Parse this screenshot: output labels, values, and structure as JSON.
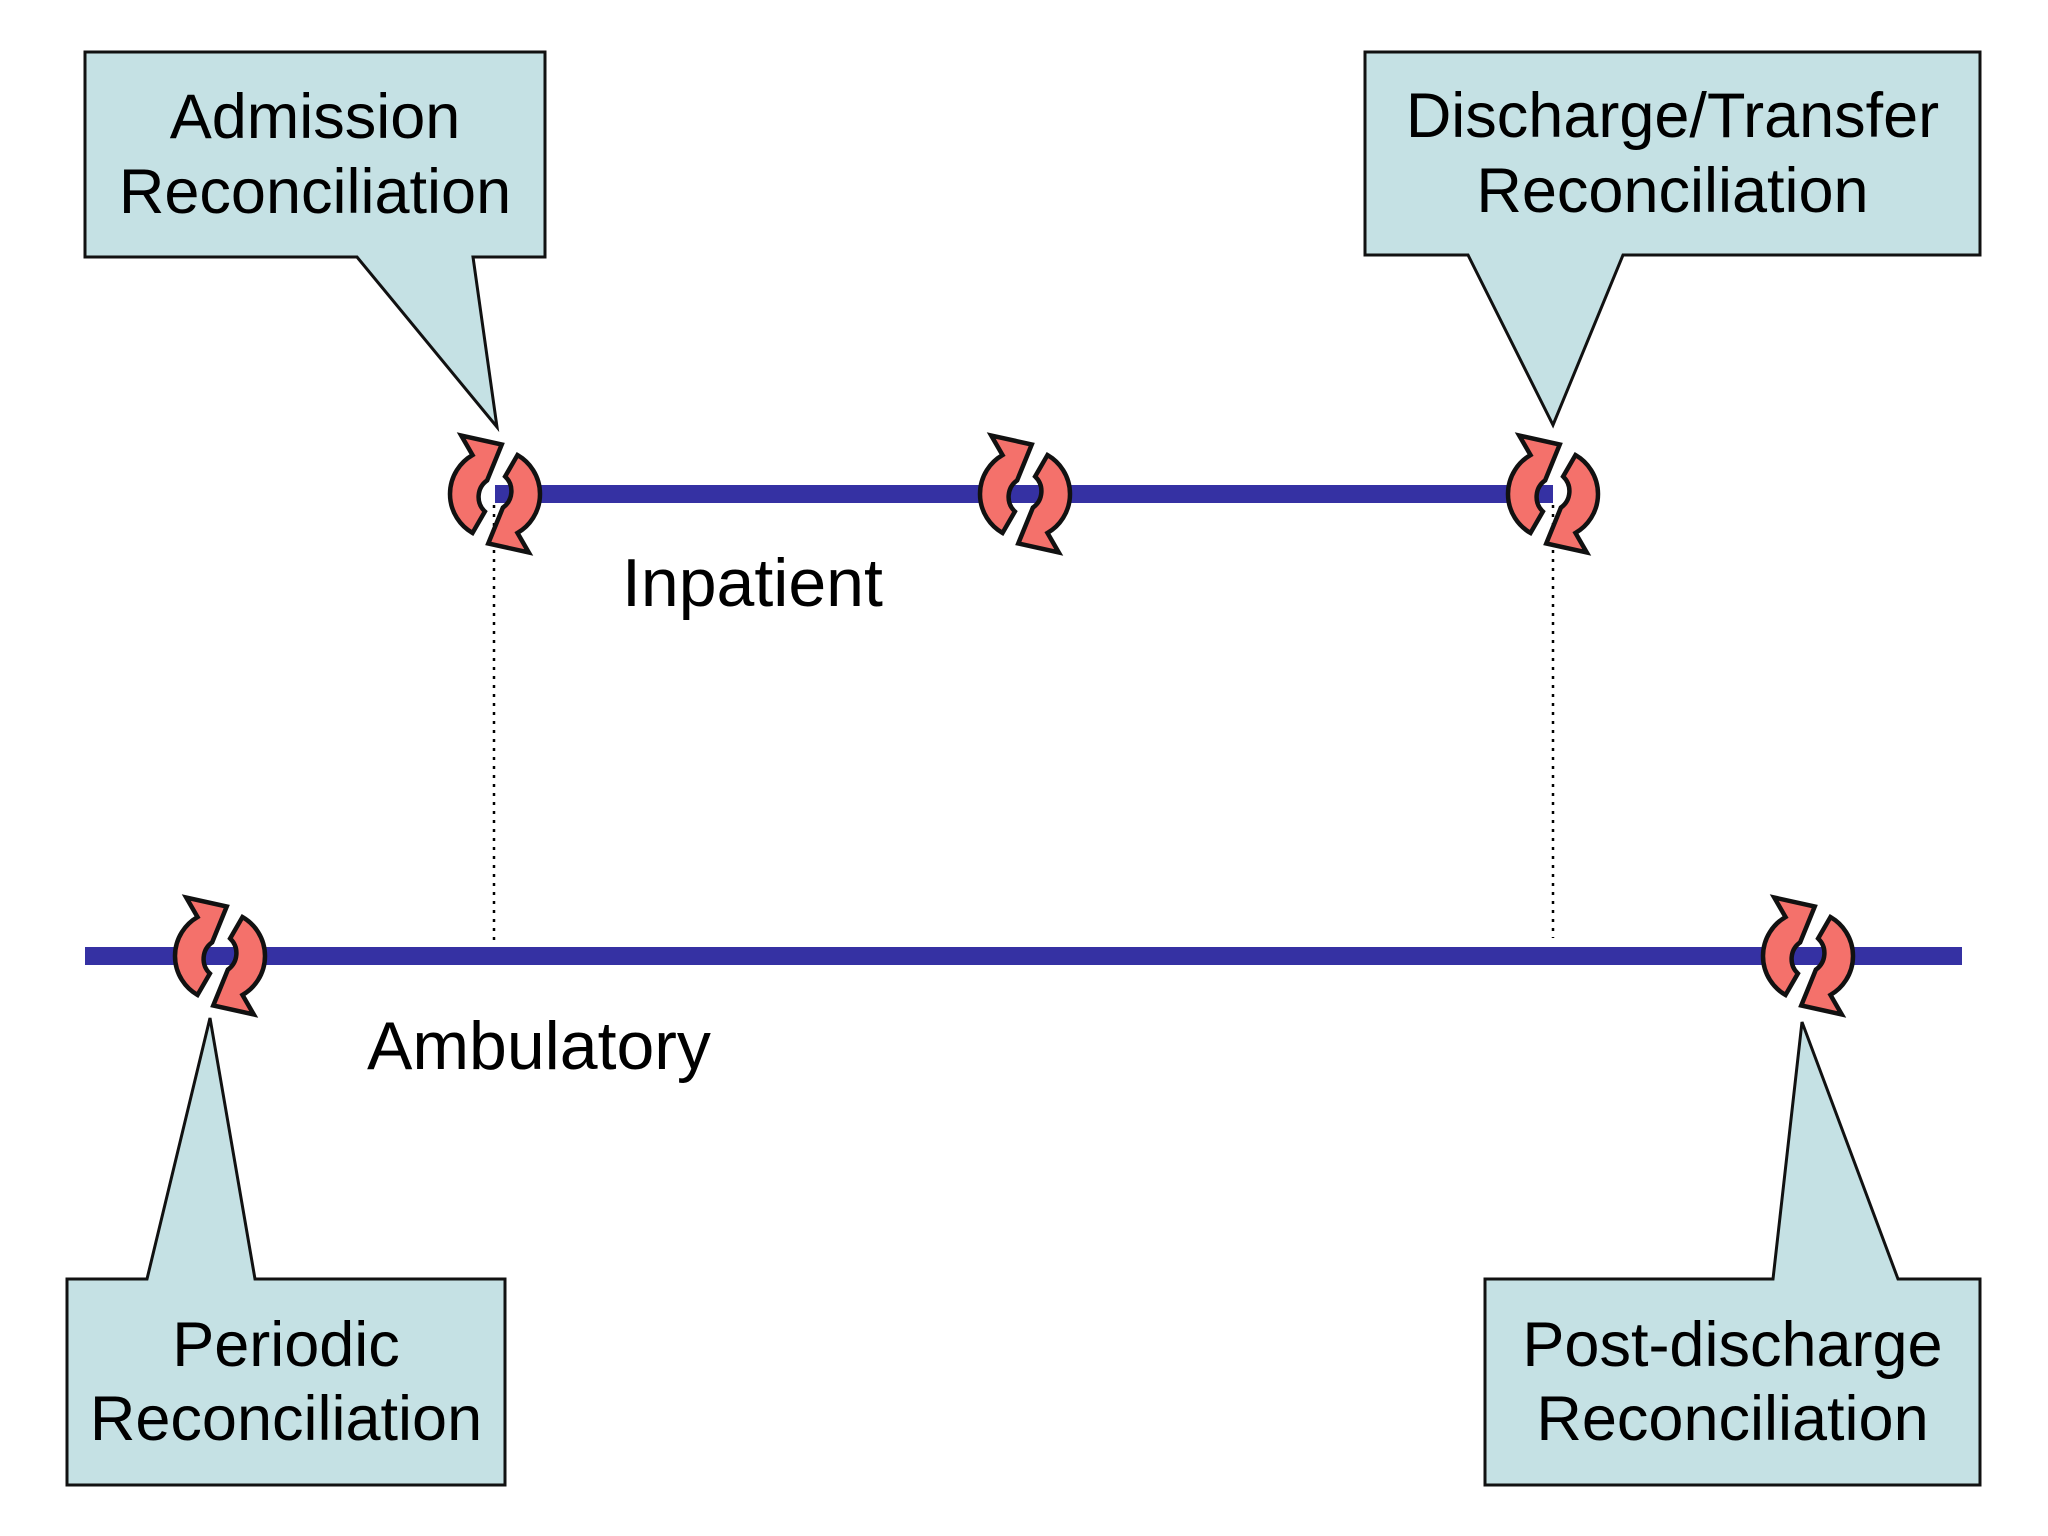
{
  "slide": {
    "type": "timeline-diagram"
  },
  "callouts": {
    "admission": {
      "label": "Admission\nReconciliation"
    },
    "discharge_transfer": {
      "label": "Discharge/Transfer\nReconciliation"
    },
    "periodic": {
      "label": "Periodic\nReconciliation"
    },
    "post_discharge": {
      "label": "Post-discharge\nReconciliation"
    }
  },
  "timelines": {
    "inpatient": {
      "label": "Inpatient"
    },
    "ambulatory": {
      "label": "Ambulatory"
    }
  },
  "icons": {
    "cycle_icon_name": "cycle-arrows-icon",
    "cycle_icon_count": 5
  },
  "colors": {
    "background": "#ffffff",
    "text": "#000000",
    "callout_fill": "#c5e1e4",
    "callout_border": "#111111",
    "timeline_line": "#3531a3",
    "cycle_icon_fill": "#f4716b",
    "cycle_icon_border": "#111111"
  }
}
